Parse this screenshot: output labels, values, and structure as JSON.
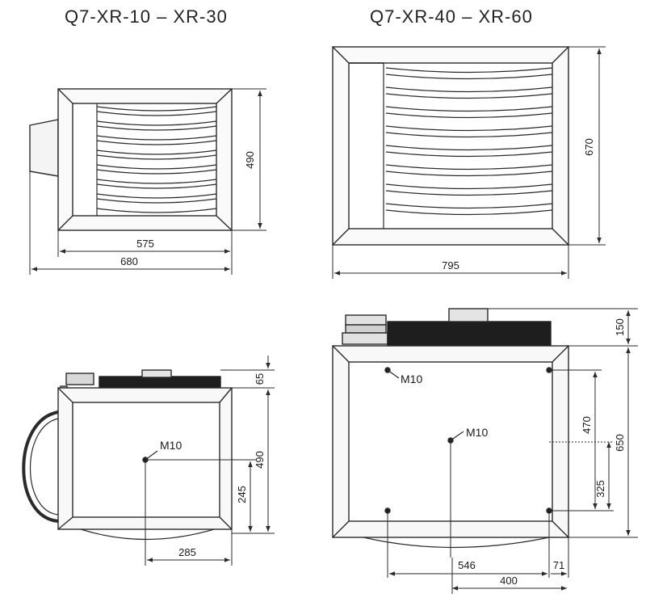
{
  "titles": {
    "left": "Q7-XR-10 – XR-30",
    "right": "Q7-XR-40 – XR-60"
  },
  "small_front": {
    "height": "490",
    "inner_width": "575",
    "total_width": "680"
  },
  "large_front": {
    "height": "670",
    "width": "795"
  },
  "small_back": {
    "top_offset": "65",
    "height": "490",
    "mount_height": "245",
    "mount_offset": "285",
    "mount_label": "M10"
  },
  "large_back": {
    "top_offset": "150",
    "total_height": "650",
    "hole_spacing_v": "470",
    "hole_offset_v": "325",
    "hole_dist": "546",
    "edge_offset": "71",
    "hole_spacing_h": "400",
    "mount_label_top": "M10",
    "mount_label_center": "M10"
  },
  "colors": {
    "line": "#2a2a2a",
    "fill_light": "#f2f2f2",
    "fill_dark": "#1e1e1e",
    "fill_mid": "#d8d8d8"
  }
}
